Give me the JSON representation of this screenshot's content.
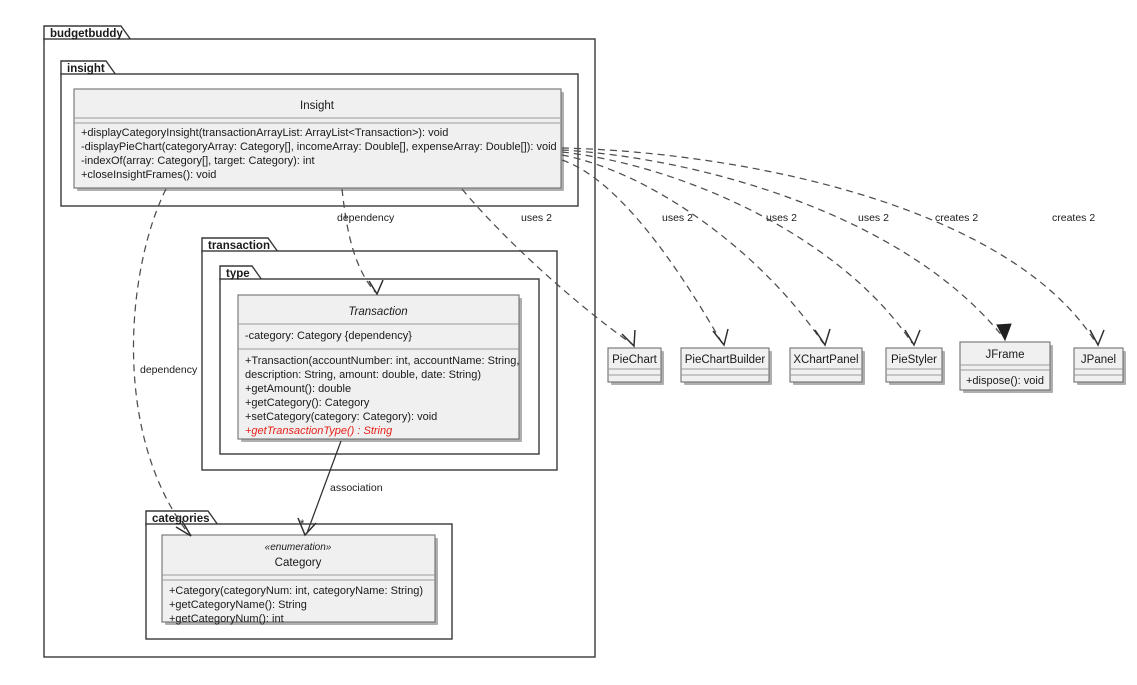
{
  "diagram": {
    "title": "budgetbuddy UML class diagram",
    "type": "uml-class-diagram"
  },
  "packages": {
    "budgetbuddy": {
      "label": "budgetbuddy"
    },
    "insight": {
      "label": "insight"
    },
    "transaction": {
      "label": "transaction"
    },
    "type": {
      "label": "type"
    },
    "categories": {
      "label": "categories"
    }
  },
  "classes": {
    "insight": {
      "name": "Insight",
      "abstract": false,
      "stereotype": "",
      "attributes": [],
      "methods": [
        {
          "text": "+displayCategoryInsight(transactionArrayList: ArrayList<Transaction>): void",
          "removed": false
        },
        {
          "text": "-displayPieChart(categoryArray: Category[], incomeArray: Double[], expenseArray: Double[]): void",
          "removed": false
        },
        {
          "text": "-indexOf(array: Category[], target: Category): int",
          "removed": false
        },
        {
          "text": "+closeInsightFrames(): void",
          "removed": false
        }
      ]
    },
    "transaction": {
      "name": "Transaction",
      "abstract": true,
      "stereotype": "",
      "attributes": [
        {
          "text": "-category: Category {dependency}",
          "removed": false
        }
      ],
      "methods": [
        {
          "text": "+Transaction(accountNumber: int, accountName: String,",
          "removed": false
        },
        {
          "text": "description: String, amount: double, date: String)",
          "removed": false
        },
        {
          "text": "+getAmount(): double",
          "removed": false
        },
        {
          "text": "+getCategory(): Category",
          "removed": false
        },
        {
          "text": "+setCategory(category: Category): void",
          "removed": false
        },
        {
          "text": "+getTransactionType() : String",
          "removed": true
        }
      ]
    },
    "category": {
      "name": "Category",
      "abstract": false,
      "stereotype": "«enumeration»",
      "attributes": [],
      "methods": [
        {
          "text": "+Category(categoryNum: int, categoryName: String)",
          "removed": false
        },
        {
          "text": "+getCategoryName(): String",
          "removed": false
        },
        {
          "text": "+getCategoryNum(): int",
          "removed": false
        }
      ]
    },
    "piechart": {
      "name": "PieChart",
      "abstract": false,
      "stereotype": "",
      "attributes": [],
      "methods": []
    },
    "piechartbuilder": {
      "name": "PieChartBuilder",
      "abstract": false,
      "stereotype": "",
      "attributes": [],
      "methods": []
    },
    "xchartpanel": {
      "name": "XChartPanel",
      "abstract": false,
      "stereotype": "",
      "attributes": [],
      "methods": []
    },
    "piestyler": {
      "name": "PieStyler",
      "abstract": false,
      "stereotype": "",
      "attributes": [],
      "methods": []
    },
    "jframe": {
      "name": "JFrame",
      "abstract": false,
      "stereotype": "",
      "attributes": [],
      "methods": [
        {
          "text": "+dispose(): void",
          "removed": false
        }
      ]
    },
    "jpanel": {
      "name": "JPanel",
      "abstract": false,
      "stereotype": "",
      "attributes": [],
      "methods": []
    }
  },
  "edges": [
    {
      "id": "insight-transaction",
      "label": "dependency",
      "kind": "dependency"
    },
    {
      "id": "insight-category",
      "label": "dependency",
      "kind": "dependency"
    },
    {
      "id": "insight-piechart",
      "label": "uses 2",
      "kind": "dependency"
    },
    {
      "id": "insight-piechartbuilder",
      "label": "uses 2",
      "kind": "dependency"
    },
    {
      "id": "insight-xchartpanel",
      "label": "uses 2",
      "kind": "dependency"
    },
    {
      "id": "insight-piestyler",
      "label": "uses 2",
      "kind": "dependency"
    },
    {
      "id": "insight-jframe",
      "label": "creates 2",
      "kind": "dependency"
    },
    {
      "id": "insight-jpanel",
      "label": "creates 2",
      "kind": "dependency"
    },
    {
      "id": "transaction-category",
      "label": "association",
      "kind": "association",
      "multiplicity": "*"
    }
  ],
  "colors": {
    "class_fill": "#f0f0f0",
    "class_stroke": "#707070",
    "package_stroke": "#383838",
    "removed_member": "#e8211a",
    "edge_stroke": "#4d4d4d",
    "background": "#ffffff"
  }
}
